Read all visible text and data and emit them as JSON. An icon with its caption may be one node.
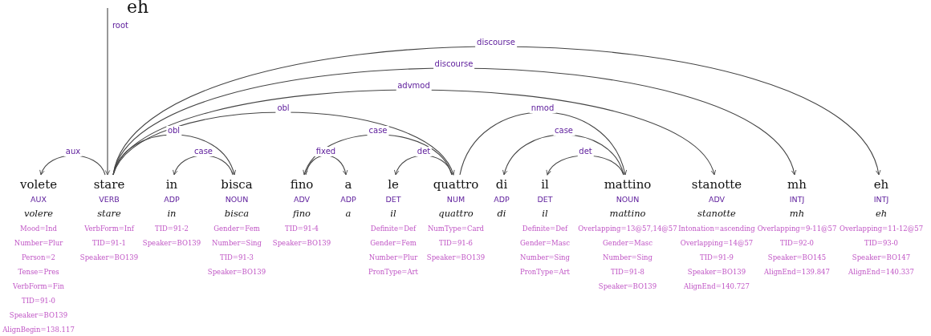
{
  "diagram": {
    "nodes": [
      {
        "text": [
          "volete",
          "AUX",
          "volere",
          "Mood=Ind",
          "Number=Plur",
          "Person=2",
          "Tense=Pres",
          "VerbForm=Fin",
          "TID=91-0",
          "Speaker=BO139",
          "AlignBegin=138.117"
        ]
      },
      {
        "text": [
          "stare",
          "VERB",
          "stare",
          "VerbForm=Inf",
          "TID=91-1",
          "Speaker=BO139"
        ]
      },
      {
        "text": [
          "in",
          "ADP",
          "in",
          "TID=91-2",
          "Speaker=BO139"
        ]
      },
      {
        "text": [
          "bisca",
          "NOUN",
          "bisca",
          "Gender=Fem",
          "Number=Sing",
          "TID=91-3",
          "Speaker=BO139"
        ]
      },
      {
        "text": [
          "fino",
          "ADV",
          "fino",
          "TID=91-4",
          "Speaker=BO139"
        ]
      },
      {
        "text": [
          "a",
          "ADP",
          "a"
        ]
      },
      {
        "text": [
          "le",
          "DET",
          "il",
          "Definite=Def",
          "Gender=Fem",
          "Number=Plur",
          "PronType=Art"
        ]
      },
      {
        "text": [
          "quattro",
          "NUM",
          "quattro",
          "NumType=Card",
          "TID=91-6",
          "Speaker=BO139"
        ]
      },
      {
        "text": [
          "di",
          "ADP",
          "di"
        ]
      },
      {
        "text": [
          "il",
          "DET",
          "il",
          "Definite=Def",
          "Gender=Masc",
          "Number=Sing",
          "PronType=Art"
        ]
      },
      {
        "text": [
          "mattino",
          "NOUN",
          "mattino",
          "Overlapping=13@57,14@57",
          "Gender=Masc",
          "Number=Sing",
          "TID=91-8",
          "Speaker=BO139"
        ]
      },
      {
        "text": [
          "stanotte",
          "ADV",
          "stanotte",
          "Intonation=ascending",
          "Overlapping=14@57",
          "TID=91-9",
          "Speaker=BO139",
          "AlignEnd=140.727"
        ]
      },
      {
        "text": [
          "mh",
          "INTJ",
          "mh",
          "Overlapping=9-11@57",
          "TID=92-0",
          "Speaker=BO145",
          "AlignEnd=139.847"
        ]
      },
      {
        "text": [
          "eh",
          "INTJ",
          "eh",
          "Overlapping=11-12@57",
          "TID=93-0",
          "Speaker=BO147",
          "AlignEnd=140.337"
        ]
      }
    ],
    "edges": [
      {
        "from": null,
        "to": 1,
        "arrow": "to",
        "label": "root"
      },
      {
        "from": 1,
        "to": 0,
        "arrow": "to",
        "label": "aux"
      },
      {
        "from": 1,
        "to": 3,
        "arrow": "to",
        "label": "obl"
      },
      {
        "from": 3,
        "to": 2,
        "arrow": "to",
        "label": "case"
      },
      {
        "from": 1,
        "to": 7,
        "arrow": "to",
        "label": "obl"
      },
      {
        "from": 4,
        "to": 5,
        "arrow": "to",
        "label": "fixed"
      },
      {
        "from": 7,
        "to": 4,
        "arrow": "to",
        "label": "case"
      },
      {
        "from": 7,
        "to": 6,
        "arrow": "to",
        "label": "det"
      },
      {
        "from": 7,
        "to": 10,
        "arrow": "to",
        "label": "nmod"
      },
      {
        "from": 10,
        "to": 8,
        "arrow": "to",
        "label": "case"
      },
      {
        "from": 10,
        "to": 9,
        "arrow": "to",
        "label": "det"
      },
      {
        "from": 1,
        "to": 11,
        "arrow": "to",
        "label": "advmod"
      },
      {
        "from": 1,
        "to": 12,
        "arrow": "to",
        "label": "discourse"
      },
      {
        "from": 1,
        "to": 13,
        "arrow": "to",
        "label": "discourse"
      }
    ],
    "labels": [
      "eh"
    ]
  }
}
